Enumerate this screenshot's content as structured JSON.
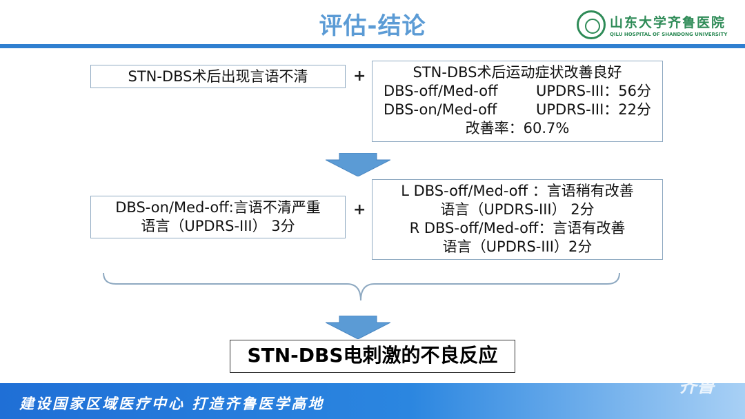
{
  "header": {
    "title": "评估-结论",
    "logo": {
      "name_cn": "山东大学齐鲁医院",
      "name_en": "QILU HOSPITAL OF SHANDONG UNIVERSITY",
      "icon": "hospital-seal-icon",
      "color": "#2e8b57"
    },
    "rule_color": "#2f7fd0"
  },
  "boxes": {
    "speech_issue": "STN-DBS术后出现言语不清",
    "motor": {
      "title": "STN-DBS术后运动症状改善良好",
      "rows": [
        {
          "condition": "DBS-off/Med-off",
          "score": "UPDRS-III：56分"
        },
        {
          "condition": "DBS-on/Med-off",
          "score": "UPDRS-III：22分"
        }
      ],
      "improvement": "改善率：60.7%"
    },
    "severe": {
      "line1": "DBS-on/Med-off:言语不清严重",
      "line2": "语言（UPDRS-III） 3分"
    },
    "sides": {
      "line1": "L DBS-off/Med-off ：言语稍有改善",
      "line2": "语言（UPDRS-III） 2分",
      "line3": "R DBS-off/Med-off：言语有改善",
      "line4": "语言（UPDRS-III）2分"
    }
  },
  "operators": {
    "plus": "+"
  },
  "arrows": {
    "icon": "down-arrow-icon",
    "color": "#5b9bd5"
  },
  "conclusion": "STN-DBS电刺激的不良反应",
  "footer": {
    "slogan": "建设国家区域医疗中心 打造齐鲁医学高地",
    "mark": "齐鲁",
    "color": "#1f6fd6"
  }
}
